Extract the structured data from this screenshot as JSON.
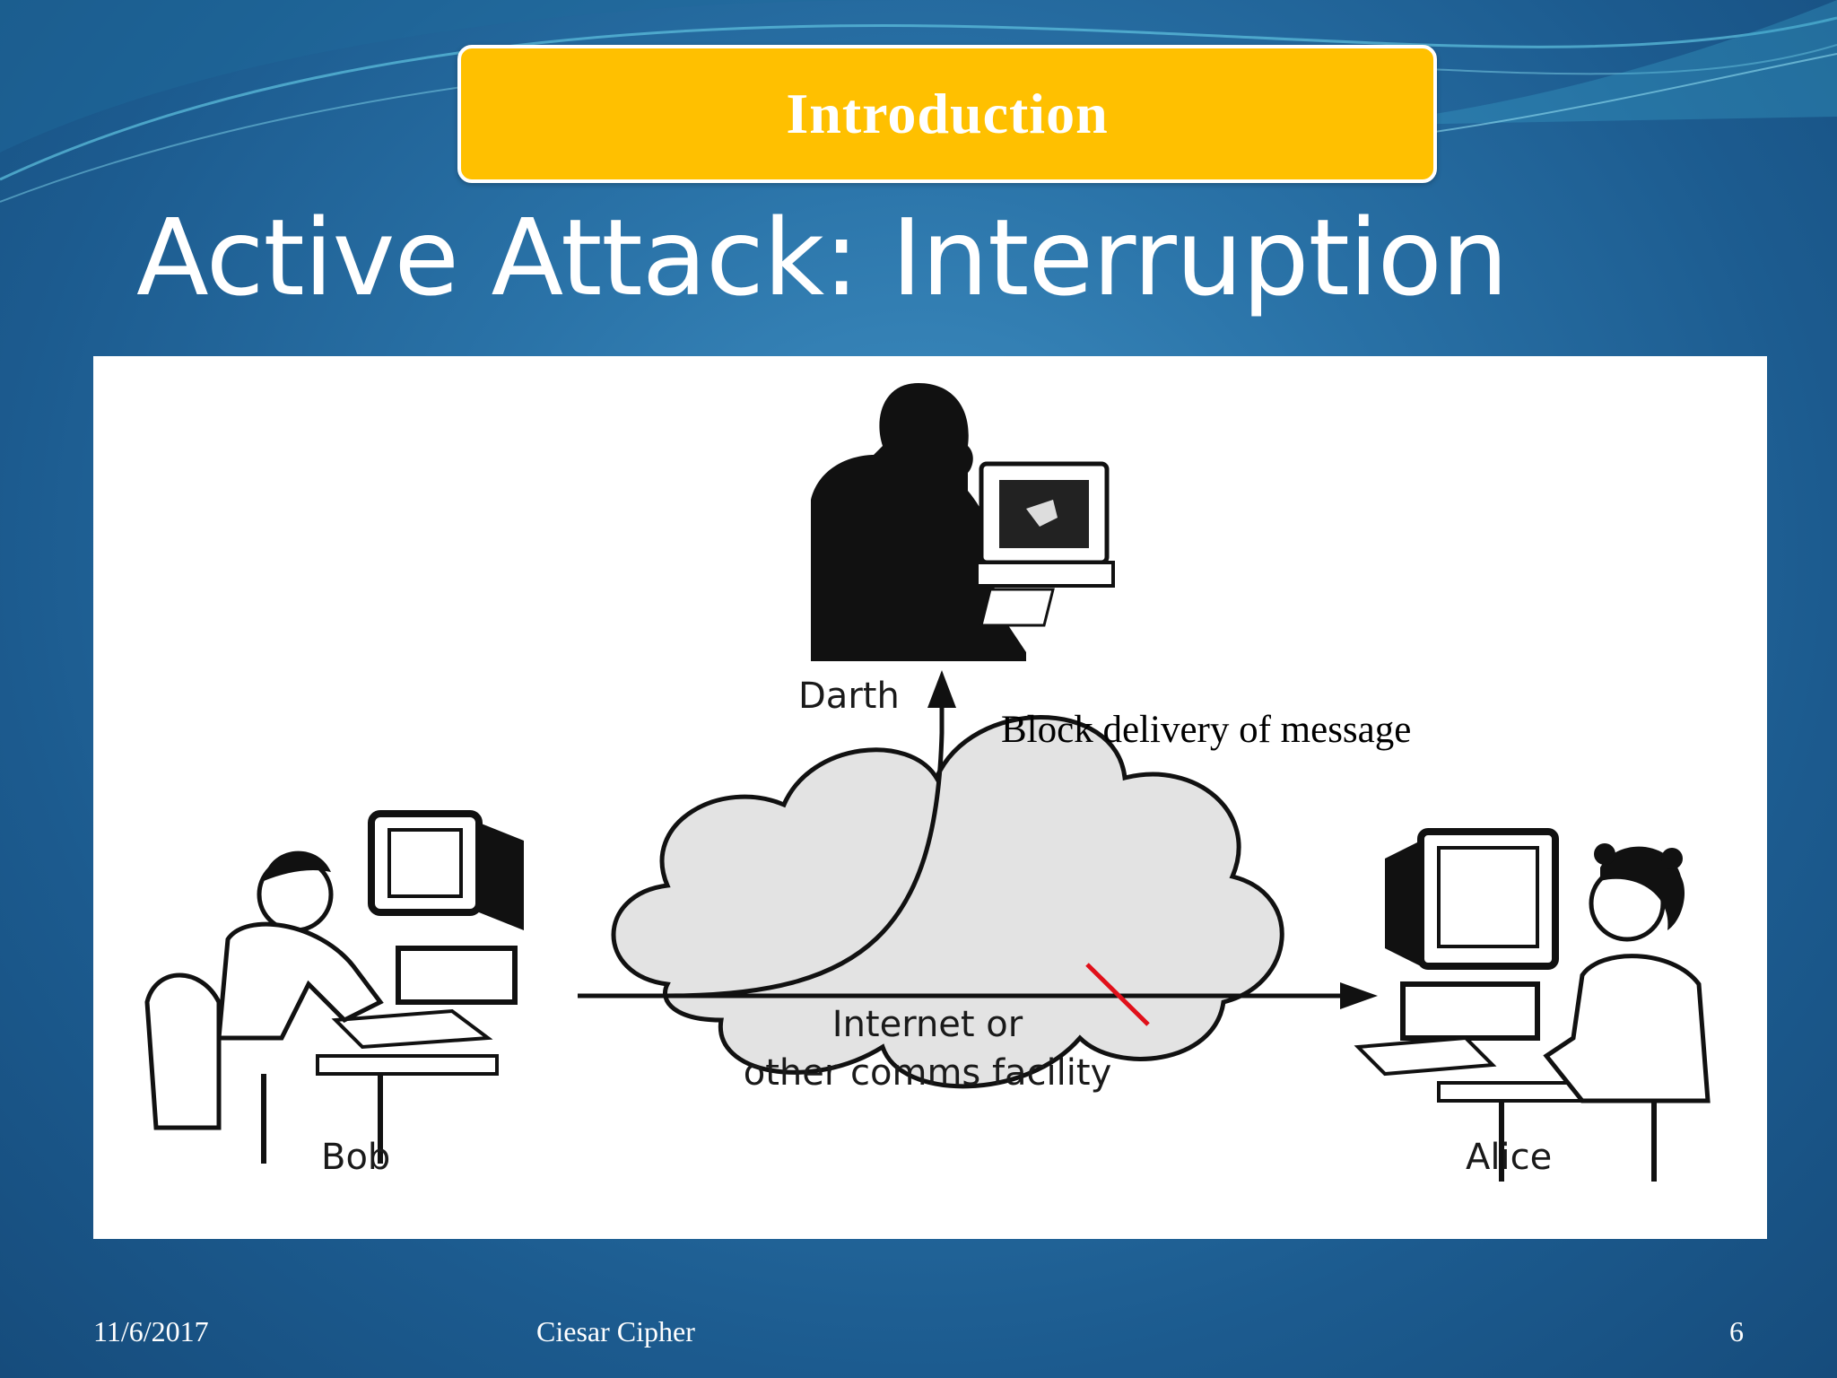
{
  "slide": {
    "section_tag": "Introduction",
    "title": "Active Attack: Interruption"
  },
  "diagram": {
    "actors": {
      "attacker": "Darth",
      "sender": "Bob",
      "receiver": "Alice"
    },
    "network_label_line1": "Internet or",
    "network_label_line2": "other comms facility",
    "annotation": "Block delivery of message"
  },
  "footer": {
    "date": "11/6/2017",
    "topic": "Ciesar Cipher",
    "page_number": "6"
  },
  "colors": {
    "banner": "#ffc000",
    "cut_mark": "#e0101a",
    "background": "#2a73a8"
  },
  "icons": {
    "attacker": "hacker-silhouette-icon",
    "sender": "person-at-computer-icon",
    "receiver": "person-at-computer-icon",
    "network": "cloud-icon"
  }
}
